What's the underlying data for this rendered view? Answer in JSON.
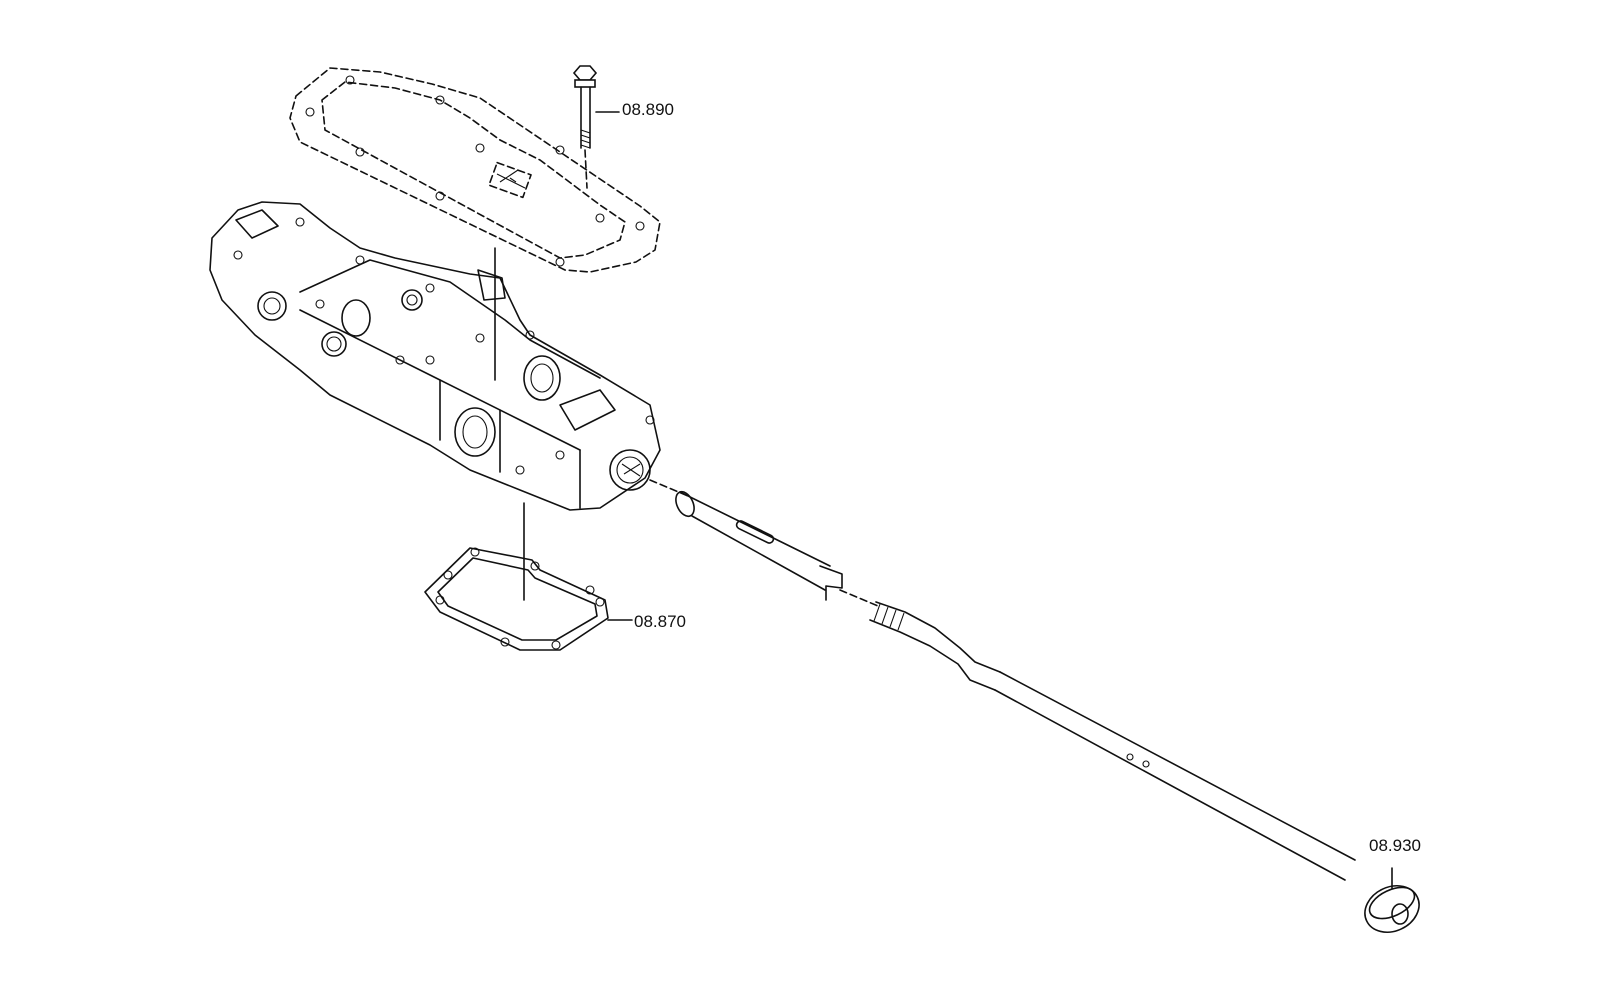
{
  "diagram": {
    "callouts": [
      {
        "id": "bolt",
        "label": "08.890"
      },
      {
        "id": "gasket",
        "label": "08.870"
      },
      {
        "id": "nut",
        "label": "08.930"
      }
    ]
  }
}
